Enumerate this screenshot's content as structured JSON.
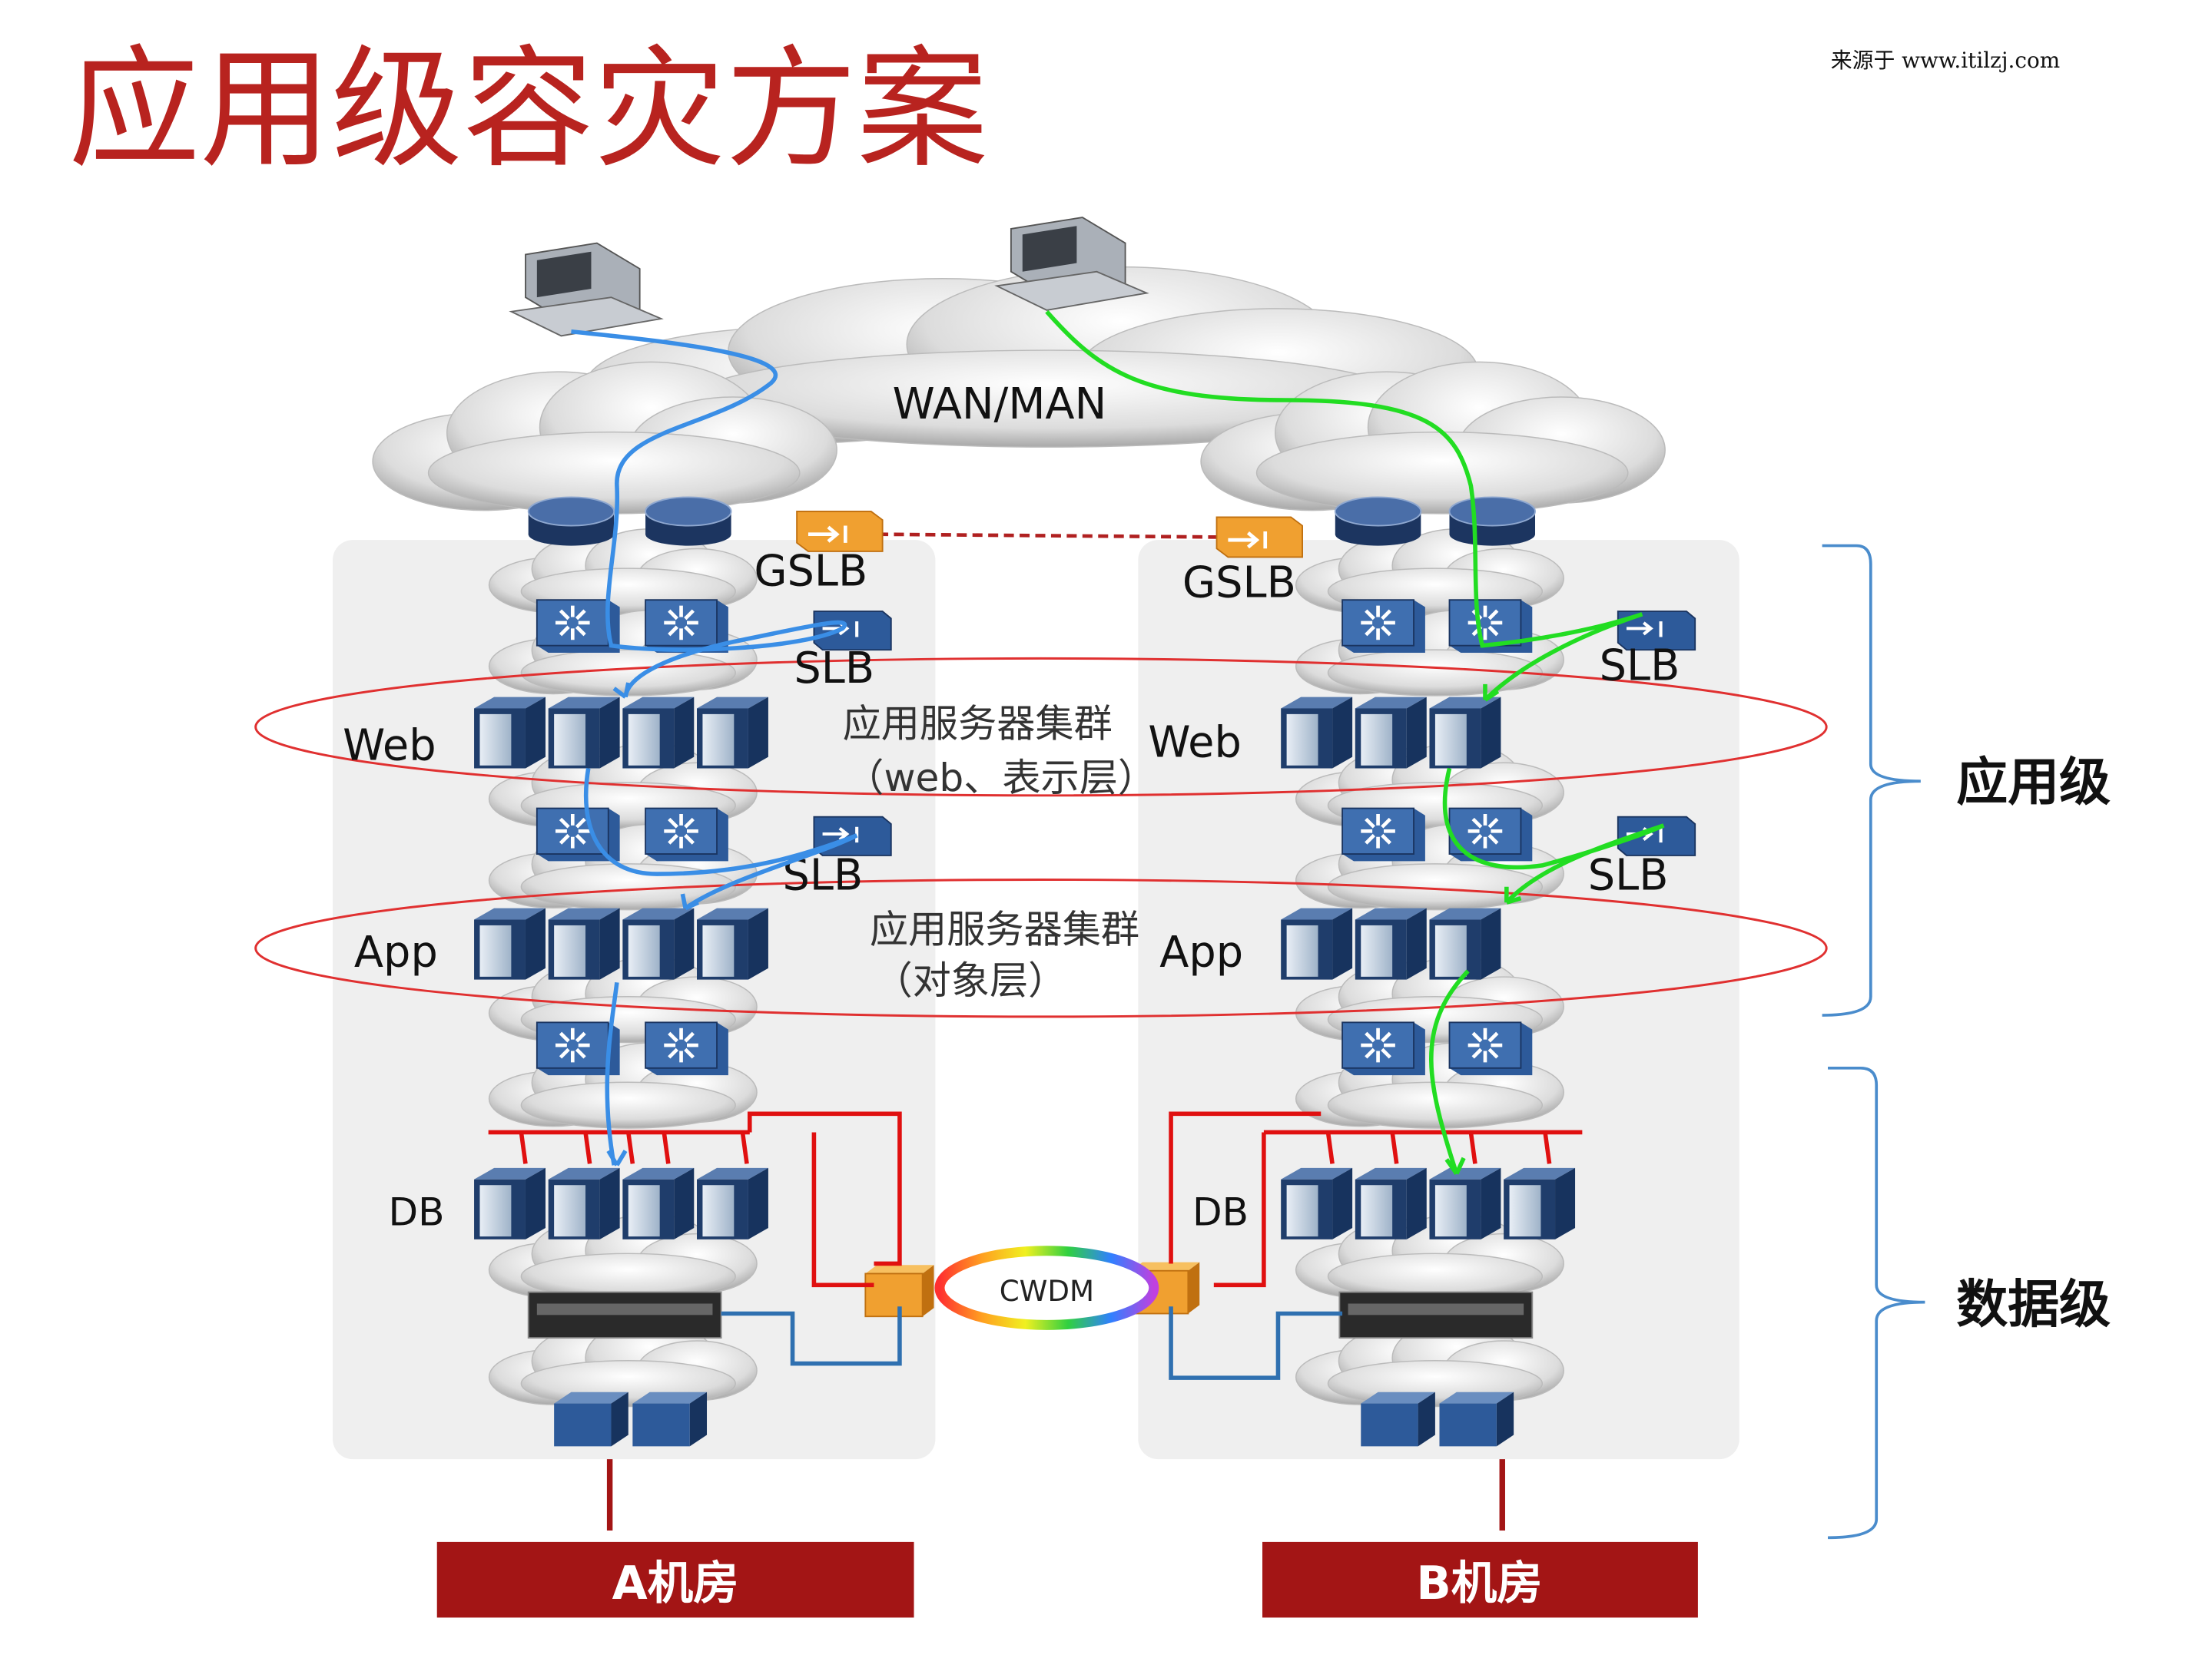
{
  "title": "应用级容灾方案",
  "source_note": "来源于 www.itilzj.com",
  "network": {
    "wan_label": "WAN/MAN",
    "cwdm_label": "CWDM"
  },
  "site_a": {
    "gslb": "GSLB",
    "slb_web": "SLB",
    "slb_app": "SLB",
    "web": "Web",
    "app": "App",
    "db": "DB",
    "room_label": "A机房"
  },
  "site_b": {
    "gslb": "GSLB",
    "slb_web": "SLB",
    "slb_app": "SLB",
    "web": "Web",
    "app": "App",
    "db": "DB",
    "room_label": "B机房"
  },
  "tiers": {
    "web_cluster_line1": "应用服务器集群",
    "web_cluster_line2": "（web、表示层）",
    "app_cluster_line1": "应用服务器集群",
    "app_cluster_line2": "（对象层）"
  },
  "levels": {
    "application": "应用级",
    "data": "数据级"
  },
  "colors": {
    "title": "#b8231f",
    "room_box": "#a31515",
    "ellipse": "#e03030",
    "path_a": "#3a8ee6",
    "path_b": "#22dd22",
    "brace": "#4a8ccc",
    "gslb": "#f0a030",
    "server": "#1f3d6b"
  }
}
